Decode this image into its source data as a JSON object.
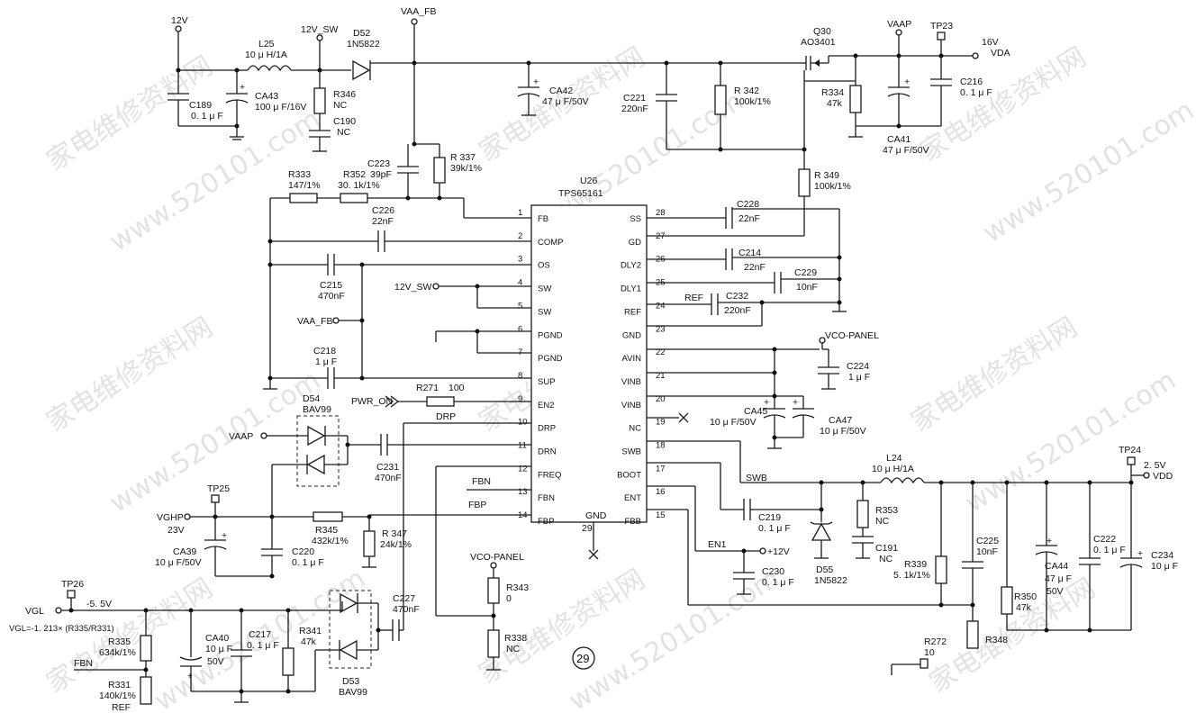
{
  "ic": {
    "ref": "U26",
    "part": "TPS65161",
    "left_pins": [
      {
        "num": "1",
        "name": "FB"
      },
      {
        "num": "2",
        "name": "COMP"
      },
      {
        "num": "3",
        "name": "OS"
      },
      {
        "num": "4",
        "name": "SW"
      },
      {
        "num": "5",
        "name": "SW"
      },
      {
        "num": "6",
        "name": "PGND"
      },
      {
        "num": "7",
        "name": "PGND"
      },
      {
        "num": "8",
        "name": "SUP"
      },
      {
        "num": "9",
        "name": "EN2"
      },
      {
        "num": "10",
        "name": "DRP"
      },
      {
        "num": "11",
        "name": "DRN"
      },
      {
        "num": "12",
        "name": "FREQ"
      },
      {
        "num": "13",
        "name": "FBN"
      },
      {
        "num": "14",
        "name": "FBP"
      }
    ],
    "right_pins": [
      {
        "num": "28",
        "name": "SS"
      },
      {
        "num": "27",
        "name": "GD"
      },
      {
        "num": "26",
        "name": "DLY2"
      },
      {
        "num": "25",
        "name": "DLY1"
      },
      {
        "num": "24",
        "name": "REF"
      },
      {
        "num": "23",
        "name": "GND"
      },
      {
        "num": "22",
        "name": "AVIN"
      },
      {
        "num": "21",
        "name": "VINB"
      },
      {
        "num": "20",
        "name": "VINB"
      },
      {
        "num": "19",
        "name": "NC"
      },
      {
        "num": "18",
        "name": "SWB"
      },
      {
        "num": "17",
        "name": "BOOT"
      },
      {
        "num": "16",
        "name": "ENT"
      },
      {
        "num": "15",
        "name": "FBB"
      }
    ],
    "bottom_pin": {
      "num": "29",
      "name": "GND"
    }
  },
  "labels": {
    "v12": "12V",
    "v12_sw": "12V_SW",
    "vaa_fb": "VAA_FB",
    "l25": "L25",
    "l25_val": "10 μ H/1A",
    "d52": "D52",
    "d52_val": "1N5822",
    "c189": "C189",
    "c189_val": "0. 1 μ F",
    "ca43": "CA43",
    "ca43_val": "100 μ F/16V",
    "r346": "R346",
    "r346_val": "NC",
    "c190": "C190",
    "c190_val": "NC",
    "ca42": "CA42",
    "ca42_val": "47 μ F/50V",
    "c221": "C221",
    "c221_val": "220nF",
    "r342": "R 342",
    "r342_val": "100k/1%",
    "q30": "Q30",
    "q30_val": "AO3401",
    "vaap_top": "VAAP",
    "tp23": "TP23",
    "v16": "16V",
    "vda": "VDA",
    "r334": "R334",
    "r334_val": "47k",
    "ca41": "CA41",
    "ca41_val": "47 μ F/50V",
    "c216": "C216",
    "c216_val": "0. 1 μ F",
    "r349": "R 349",
    "r349_val": "100k/1%",
    "r333": "R333",
    "r333_val": "147/1%",
    "r352": "R352",
    "r352_val": "30. 1k/1%",
    "c223": "C223",
    "c223_val": "39pF",
    "r337": "R 337",
    "r337_val": "39k/1%",
    "c226": "C226",
    "c226_val": "22nF",
    "c215": "C215",
    "c215_val": "470nF",
    "sw_in": "12V_SW",
    "vaa_fb2": "VAA_FB",
    "c218": "C218",
    "c218_val": "1 μ F",
    "r271": "R271",
    "r271_val": "100",
    "pwr_on": "PWR_ON",
    "drp": "DRP",
    "d54": "D54",
    "d54_val": "BAV99",
    "vaap_left": "VAAP",
    "c231": "C231",
    "c231_val": "470nF",
    "fbn": "FBN",
    "fbp": "FBP",
    "tp25": "TP25",
    "vghp": "VGHP",
    "v23": "23V",
    "r345": "R345",
    "r345_val": "432k/1%",
    "r347": "R 347",
    "r347_val": "24k/1%",
    "ca39": "CA39",
    "ca39_val": "10 μ F/50V",
    "c220": "C220",
    "c220_val": "0. 1 μ F",
    "tp26": "TP26",
    "vgl": "VGL",
    "vneg": "-5. 5V",
    "vgl_eq": "VGL=-1. 213× (R335/R331)",
    "r335": "R335",
    "r335_val": "634k/1%",
    "fbn2": "FBN",
    "r331": "R331",
    "r331_val": "140k/1%",
    "ref_bottom": "REF",
    "ca40": "CA40",
    "ca40_val": "10 μ F",
    "ca40_v": "50V",
    "c217": "C217",
    "c217_val": "0. 1 μ F",
    "r341": "R341",
    "r341_val": "47k",
    "d53": "D53",
    "d53_val": "BAV99",
    "c227": "C227",
    "c227_val": "470nF",
    "vco_panel2": "VCO-PANEL",
    "r343": "R343",
    "r343_val": "0",
    "r338": "R338",
    "r338_val": "NC",
    "c228": "C228",
    "c228_val": "22nF",
    "c214": "C214",
    "c214_val": "22nF",
    "c229": "C229",
    "c229_val": "10nF",
    "ref_net": "REF",
    "c232": "C232",
    "c232_val": "220nF",
    "vco_panel": "VCO-PANEL",
    "c224": "C224",
    "c224_val": "1 μ F",
    "ca45": "CA45",
    "ca45_val": "10 μ F/50V",
    "ca47": "CA47",
    "ca47_val": "10 μ F/50V",
    "swb": "SWB",
    "l24": "L24",
    "l24_val": "10 μ H/1A",
    "tp24": "TP24",
    "v25": "2. 5V",
    "vdd": "VDD",
    "c219": "C219",
    "c219_val": "0. 1 μ F",
    "r353": "R353",
    "r353_val": "NC",
    "c191": "C191",
    "c191_val": "NC",
    "d55": "D55",
    "d55_val": "1N5822",
    "en1": "EN1",
    "v12_pos": "+12V",
    "c230": "C230",
    "c230_val": "0. 1 μ F",
    "c225": "C225",
    "c225_val": "10nF",
    "r339": "R339",
    "r339_val": "5. 1k/1%",
    "r350": "R350",
    "r350_val": "47k",
    "ca44": "CA44",
    "ca44_val": "47 μ F",
    "ca44_v": "50V",
    "c222": "C222",
    "c222_val": "0. 1 μ F",
    "c234": "C234",
    "c234_val": "10 μ F",
    "r272": "R272",
    "r272_val": "10",
    "r348": "R348",
    "page_no": "29"
  },
  "watermarks": [
    "家电维修资料网",
    "www.520101.com"
  ]
}
